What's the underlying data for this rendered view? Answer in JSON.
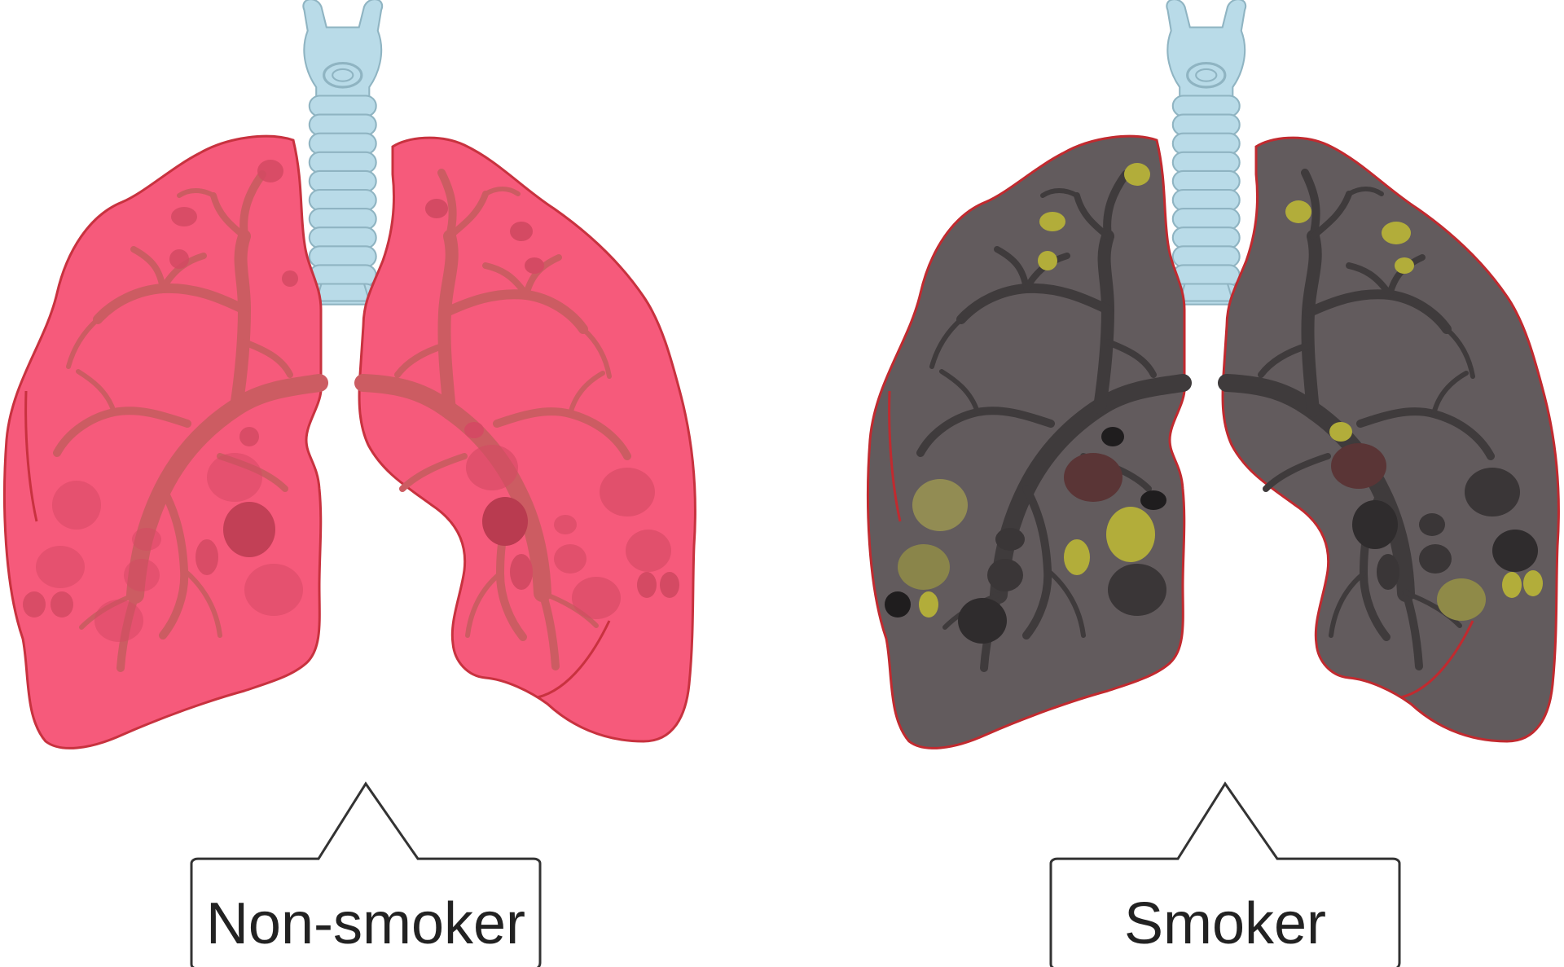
{
  "panels": [
    {
      "id": "non-smoker",
      "label": "Non-smoker",
      "lung_fill": "#f65a7b",
      "lung_stroke": "#c8323f",
      "airway_color": "#cc5c62",
      "alveoli_color": "#d44a63",
      "deposit_color": null
    },
    {
      "id": "smoker",
      "label": "Smoker",
      "lung_fill": "#625b5d",
      "lung_stroke": "#c12a2f",
      "airway_color": "#3f3b3c",
      "alveoli_color": "#2f2c2d",
      "deposit_color": "#b2ad3a"
    }
  ],
  "trachea_color": "#b9dbe8",
  "trachea_stroke": "#8fb4c2",
  "callout_border": "#333333",
  "icons": [
    "lungs-icon",
    "trachea-icon",
    "callout-box"
  ]
}
